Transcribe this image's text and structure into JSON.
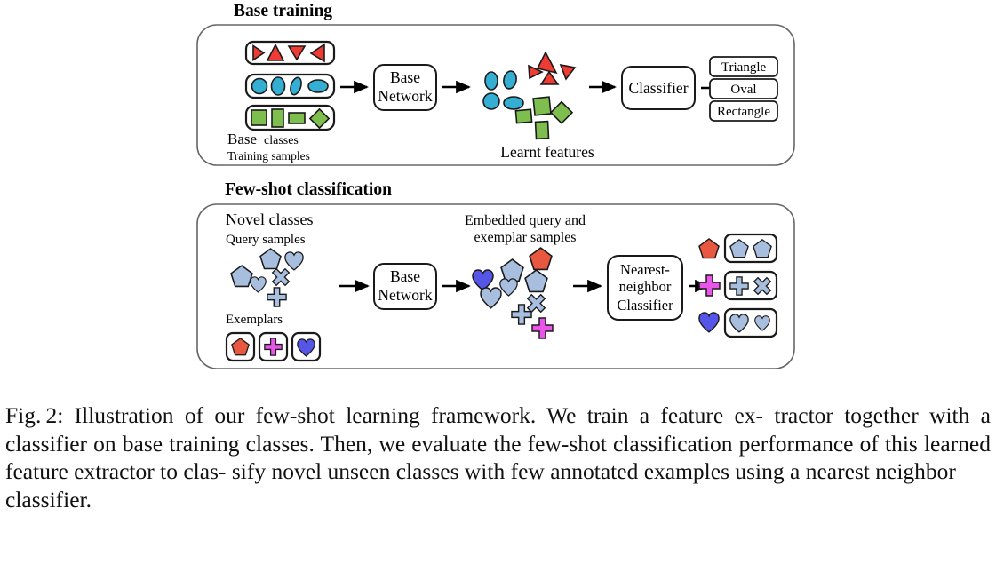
{
  "figure": {
    "panels": [
      {
        "id": "base-training",
        "title": "Base training",
        "labels": {
          "base_classes": "Base",
          "base_classes_small": "classes",
          "training_samples": "Training samples",
          "learnt_features": "Learnt features"
        },
        "network_box": {
          "line1": "Base",
          "line2": "Network"
        },
        "classifier_box": {
          "line1": "Classifier"
        },
        "outputs": [
          "Triangle",
          "Oval",
          "Rectangle"
        ],
        "class_rows": [
          {
            "name": "triangle-row",
            "color": "#EE3B33",
            "shapes": [
              "triangle-right",
              "triangle-up",
              "triangle-down",
              "triangle-left"
            ]
          },
          {
            "name": "oval-row",
            "color": "#35AED4",
            "shapes": [
              "circle",
              "ellipse-v",
              "ellipse-slant",
              "ellipse-h"
            ]
          },
          {
            "name": "rectangle-row",
            "color": "#7DBE4E",
            "shapes": [
              "square",
              "rect-v",
              "rect-h",
              "diamond"
            ]
          }
        ],
        "feature_cluster": {
          "blue": "#35AED4",
          "red": "#EE3B33",
          "green": "#7DBE4E"
        }
      },
      {
        "id": "few-shot-classification",
        "title": "Few-shot classification",
        "labels": {
          "novel_classes": "Novel classes",
          "query_samples": "Query samples",
          "exemplars": "Exemplars",
          "embedded_line1": "Embedded query and",
          "embedded_line2": "exemplar samples"
        },
        "network_box": {
          "line1": "Base",
          "line2": "Network"
        },
        "classifier_box": {
          "line1": "Nearest-",
          "line2": "neighbor",
          "line3": "Classifier"
        },
        "exemplar_items": [
          {
            "name": "pentagon-exemplar",
            "shape": "pentagon",
            "color": "#E8573F"
          },
          {
            "name": "cross-exemplar",
            "shape": "cross",
            "color": "#E855E8"
          },
          {
            "name": "heart-exemplar",
            "shape": "heart",
            "color": "#5555E8"
          }
        ],
        "result_rows": [
          {
            "name": "pentagon-result-row",
            "key_shape": "pentagon",
            "key_color": "#E8573F",
            "members": [
              "pentagon",
              "pentagon"
            ],
            "member_color": "#A8BEDE"
          },
          {
            "name": "cross-result-row",
            "key_shape": "cross",
            "key_color": "#E855E8",
            "members": [
              "cross",
              "x-cross"
            ],
            "member_color": "#A8BEDE"
          },
          {
            "name": "heart-result-row",
            "key_shape": "heart",
            "key_color": "#5555E8",
            "members": [
              "heart",
              "heart"
            ],
            "member_color": "#A8BEDE"
          }
        ],
        "query_color": "#A8BEDE"
      }
    ],
    "colors": {
      "red": "#EE3B33",
      "blue": "#35AED4",
      "green": "#7DBE4E",
      "light_blue": "#A8BEDE",
      "salmon": "#E8573F",
      "magenta": "#E855E8",
      "royal_blue": "#5555E8",
      "outline": "#1a1a1a",
      "panel_border": "#555555"
    }
  },
  "caption": {
    "line1": "Fig. 2: Illustration of our few-shot learning framework. We train a feature ex-",
    "line2": "tractor together with a classifier on base training classes. Then, we evaluate",
    "line3": "the few-shot classification performance of this learned feature extractor to clas-",
    "line4": "sify novel unseen classes with few annotated examples using a nearest neighbor",
    "line5": "classifier."
  }
}
